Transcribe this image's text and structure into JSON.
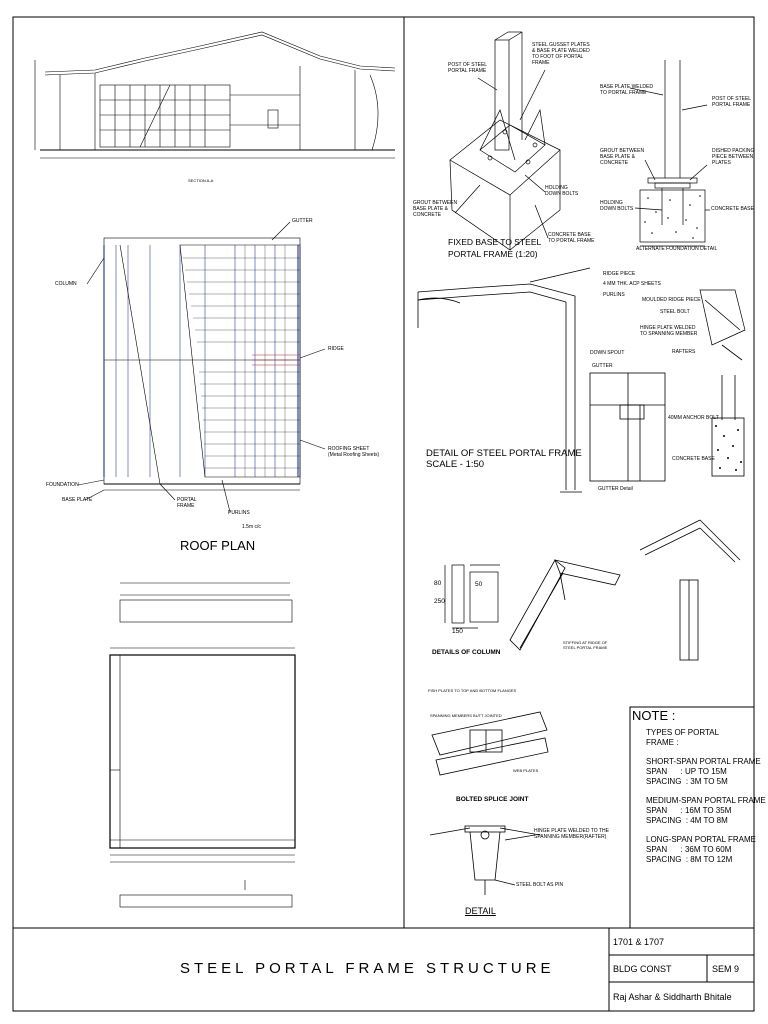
{
  "section_aa": {
    "caption": "SECTION A-A"
  },
  "base_detail": {
    "title": "FIXED BASE TO STEEL\nPORTAL FRAME (1:20)",
    "labels": {
      "post": "POST OF STEEL\nPORTAL FRAME",
      "gusset": "STEEL GUSSET PLATES\n& BASE PLATE WELDED\nTO FOOT OF PORTAL\nFRAME",
      "grout": "GROUT BETWEEN\nBASE PLATE &\nCONCRETE",
      "bolts": "HOLDING\nDOWN BOLTS",
      "concrete": "CONCRETE BASE\nTO PORTAL FRAME"
    }
  },
  "alt_foundation": {
    "title": "ALTERNATE FOUNDATION DETAIL",
    "labels": {
      "base_plate": "BASE PLATE WELDED\nTO PORTAL FRAME",
      "post": "POST OF STEEL\nPORTAL FRAME",
      "grout": "GROUT BETWEEN\nBASE PLATE &\nCONCRETE",
      "packing": "DISHED PACKING\nPIECE BETWEEN\nPLATES",
      "bolts": "HOLDING\nDOWN BOLTS",
      "concrete": "CONCRETE BASE"
    }
  },
  "roof_plan": {
    "title": "ROOF PLAN",
    "labels": {
      "gutter": "GUTTER",
      "column": "COLUMN",
      "ridge": "RIDGE",
      "roofing": "ROOFING SHEET\n(Metal Roofing Sheets)",
      "foundation": "FOUNDATION",
      "base_plate": "BASE PLATE",
      "portal_frame": "PORTAL\nFRAME",
      "purlins": "PURLINS",
      "spacing": "1.5m c/c"
    }
  },
  "portal_detail": {
    "title": "DETAIL OF STEEL PORTAL FRAME\nSCALE - 1:50",
    "labels": {
      "ridge_piece": "RIDGE PIECE",
      "acp": "4 MM THK. ACP SHEETS",
      "purlins": "PURLINS",
      "moulded": "MOULDED RIDGE PIECE",
      "steel_bolt": "STEEL BOLT",
      "hinge": "HINGE PLATE WELDED\nTO SPANNING MEMBER",
      "rafters": "RAFTERS",
      "down_spout": "DOWN SPOUT",
      "gutter": "GUTTER",
      "anchor": "40MM ANCHOR BOLT",
      "concrete": "CONCRETE BASE",
      "gutter_detail": "GUTTER Detail"
    }
  },
  "column_detail": {
    "title": "DETAILS OF COLUMN",
    "dims": [
      "80",
      "250",
      "150",
      "50"
    ]
  },
  "ridge_detail": {
    "caption": "STIFFING AT RIDGE OF\nSTEEL PORTAL FRAME"
  },
  "splice": {
    "title": "BOLTED SPLICE JOINT",
    "labels": {
      "fish": "FISH PLATES TO TOP AND BOTTOM FLANGES",
      "butt": "SPANNING MEMBERS BUTT JOINTED",
      "web": "WEB PLATES"
    }
  },
  "detail": {
    "title": "DETAIL",
    "labels": {
      "hinge": "HINGE PLATE WELDED TO THE\nSPANNING MEMBER(RAFTER)",
      "pin": "STEEL BOLT AS PIN"
    }
  },
  "note": {
    "heading": "NOTE :",
    "types": "TYPES OF PORTAL\nFRAME :",
    "short": {
      "title": "SHORT-SPAN PORTAL FRAME",
      "span": "SPAN      : UP TO 15M",
      "spacing": "SPACING  : 3M TO 5M"
    },
    "medium": {
      "title": "MEDIUM-SPAN PORTAL FRAME",
      "span": "SPAN      : 16M TO 35M",
      "spacing": "SPACING  : 4M TO 8M"
    },
    "long": {
      "title": "LONG-SPAN PORTAL FRAME",
      "span": "SPAN      : 36M TO 60M",
      "spacing": "SPACING  : 8M TO 12M"
    }
  },
  "title_block": {
    "title": "STEEL PORTAL FRAME STRUCTURE",
    "roll": "1701 & 1707",
    "subject": "BLDG CONST",
    "sem": "SEM 9",
    "authors": "Raj Ashar & Siddharth Bhitale"
  }
}
